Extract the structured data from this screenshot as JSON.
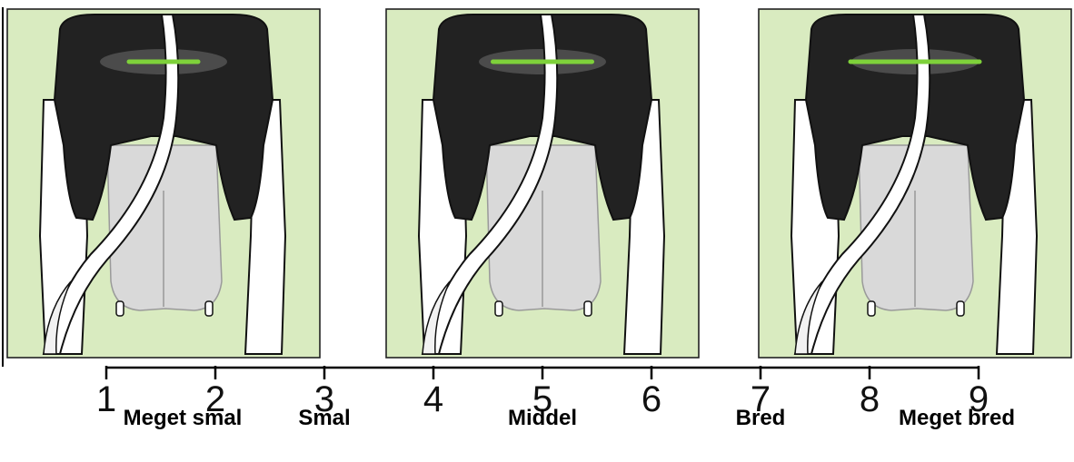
{
  "scale": {
    "ticks": [
      "1",
      "2",
      "3",
      "4",
      "5",
      "6",
      "7",
      "8",
      "9"
    ],
    "categories": [
      {
        "label": "Meget smal",
        "at": 1.7
      },
      {
        "label": "Smal",
        "at": 3.0
      },
      {
        "label": "Middel",
        "at": 5.0
      },
      {
        "label": "Bred",
        "at": 7.0
      },
      {
        "label": "Meget bred",
        "at": 8.8
      }
    ]
  },
  "panels": [
    {
      "name": "narrow",
      "width_level": 2
    },
    {
      "name": "medium",
      "width_level": 5
    },
    {
      "name": "wide",
      "width_level": 8
    }
  ],
  "colors": {
    "panel_background": "#d9ebc0",
    "indicator": "#7ed13a",
    "cow_black": "#222222",
    "udder": "#d9d9d9"
  }
}
